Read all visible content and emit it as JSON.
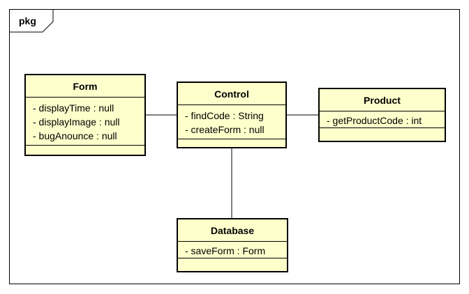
{
  "package": {
    "label": "pkg"
  },
  "classes": {
    "form": {
      "name": "Form",
      "attributes": [
        "- displayTime : null",
        "- displayImage : null",
        "- bugAnounce : null"
      ]
    },
    "control": {
      "name": "Control",
      "attributes": [
        "- findCode : String",
        "- createForm : null"
      ]
    },
    "product": {
      "name": "Product",
      "attributes": [
        "- getProductCode : int"
      ]
    },
    "database": {
      "name": "Database",
      "attributes": [
        "- saveForm : Form"
      ]
    }
  },
  "colors": {
    "class_fill": "#ffffcc",
    "line": "#000000"
  }
}
